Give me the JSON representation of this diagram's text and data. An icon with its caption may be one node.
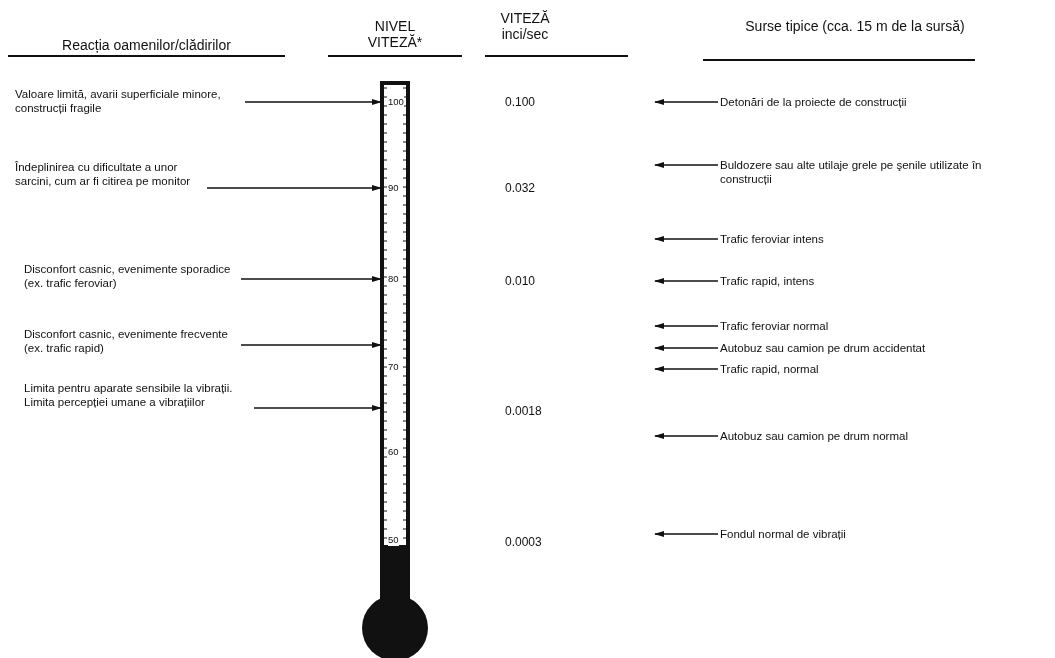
{
  "diagram": {
    "nodes": [
      {
        "text": [
          "100",
          "90",
          "80",
          "70",
          "60",
          "50"
        ]
      },
      {
        "text": [
          "Valoare limită, avarii superficiale minore, construcții fragile"
        ]
      },
      {
        "text": [
          "Îndeplinirea cu dificultate a unor sarcini, cum ar fi citirea pe monitor"
        ]
      },
      {
        "text": [
          "Disconfort casnic, evenimente sporadice (ex. trafic feroviar)"
        ]
      },
      {
        "text": [
          "Disconfort casnic, evenimente frecvente (ex. trafic rapid)"
        ]
      },
      {
        "text": [
          "Limita pentru aparate sensibile la vibrații. Limita percepției umane a vibrațiilor"
        ]
      },
      {
        "text": [
          "Detonări de la proiecte de construcții"
        ]
      },
      {
        "text": [
          "Buldozere sau alte utilaje grele pe şenile utilizate în construcții"
        ]
      },
      {
        "text": [
          "Trafic feroviar intens"
        ]
      },
      {
        "text": [
          "Trafic rapid, intens"
        ]
      },
      {
        "text": [
          "Trafic feroviar normal"
        ]
      },
      {
        "text": [
          "Autobuz sau camion pe drum accidentat"
        ]
      },
      {
        "text": [
          "Trafic rapid, normal"
        ]
      },
      {
        "text": [
          "Autobuz sau camion pe drum normal"
        ]
      },
      {
        "text": [
          "Fondul normal de vibrații"
        ]
      }
    ],
    "edges": [
      {
        "from": 1,
        "to": 0,
        "arrow": "to"
      },
      {
        "from": 2,
        "to": 0,
        "arrow": "to"
      },
      {
        "from": 3,
        "to": 0,
        "arrow": "to"
      },
      {
        "from": 4,
        "to": 0,
        "arrow": "to"
      },
      {
        "from": 5,
        "to": 0,
        "arrow": "to"
      },
      {
        "from": 6,
        "to": null,
        "arrow": "to"
      },
      {
        "from": 7,
        "to": null,
        "arrow": "to"
      },
      {
        "from": 8,
        "to": null,
        "arrow": "to"
      },
      {
        "from": 9,
        "to": null,
        "arrow": "to"
      },
      {
        "from": 10,
        "to": null,
        "arrow": "to"
      },
      {
        "from": 11,
        "to": null,
        "arrow": "to"
      },
      {
        "from": 12,
        "to": null,
        "arrow": "to"
      },
      {
        "from": 13,
        "to": null,
        "arrow": "to"
      },
      {
        "from": 14,
        "to": null,
        "arrow": "to"
      }
    ],
    "labels": [
      "Reacția oamenilor/clădirilor",
      "NIVEL VITEZĂ*",
      "VITEZĂ inci/sec",
      "Surse tipice (cca. 15 m de la sursă)",
      "0.100",
      "0.032",
      "0.010",
      "0.0018",
      "0.0003"
    ]
  }
}
